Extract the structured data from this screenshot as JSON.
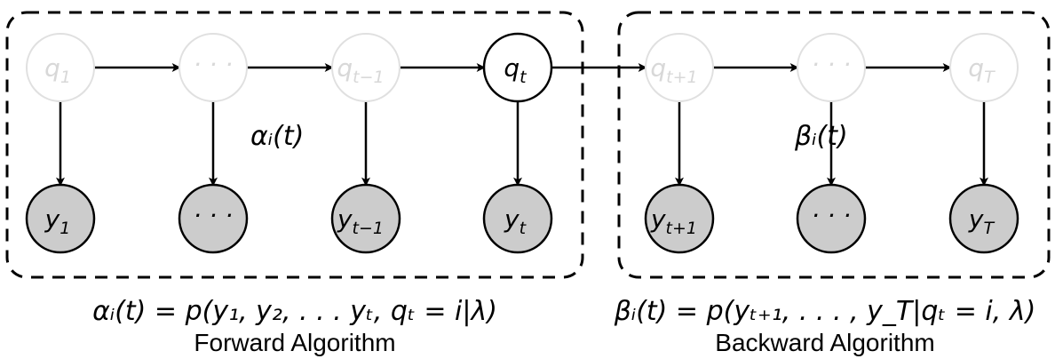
{
  "colors": {
    "active_stroke": "#000000",
    "faded_stroke": "#e0e0e0",
    "faded_text": "#d8d8d8",
    "observed_fill": "#cccccc",
    "edge": "#000000"
  },
  "hidden_nodes": [
    {
      "id": "q1",
      "base": "q",
      "sub": "1",
      "state": "faded"
    },
    {
      "id": "q-dots-1",
      "base": "· · ·",
      "sub": "",
      "state": "faded"
    },
    {
      "id": "q-tm1",
      "base": "q",
      "sub": "t−1",
      "state": "faded"
    },
    {
      "id": "q-t",
      "base": "q",
      "sub": "t",
      "state": "active"
    },
    {
      "id": "q-tp1",
      "base": "q",
      "sub": "t+1",
      "state": "faded"
    },
    {
      "id": "q-dots-2",
      "base": "· · ·",
      "sub": "",
      "state": "faded"
    },
    {
      "id": "q-T",
      "base": "q",
      "sub": "T",
      "state": "faded"
    }
  ],
  "observed_nodes": [
    {
      "id": "y1",
      "base": "y",
      "sub": "1"
    },
    {
      "id": "y-dots-1",
      "base": "· · ·",
      "sub": ""
    },
    {
      "id": "y-tm1",
      "base": "y",
      "sub": "t−1"
    },
    {
      "id": "y-t",
      "base": "y",
      "sub": "t"
    },
    {
      "id": "y-tp1",
      "base": "y",
      "sub": "t+1"
    },
    {
      "id": "y-dots-2",
      "base": "· · ·",
      "sub": ""
    },
    {
      "id": "y-T",
      "base": "y",
      "sub": "T"
    }
  ],
  "labels": {
    "alpha_inline": "αᵢ(t)",
    "beta_inline": "βᵢ(t)",
    "forward_formula": "αᵢ(t) = p(y₁, y₂, . . . yₜ, qₜ = i|λ)",
    "backward_formula": "βᵢ(t) = p(yₜ₊₁, . . . , y_T|qₜ = i, λ)",
    "forward_caption": "Forward Algorithm",
    "backward_caption": "Backward Algorithm"
  }
}
